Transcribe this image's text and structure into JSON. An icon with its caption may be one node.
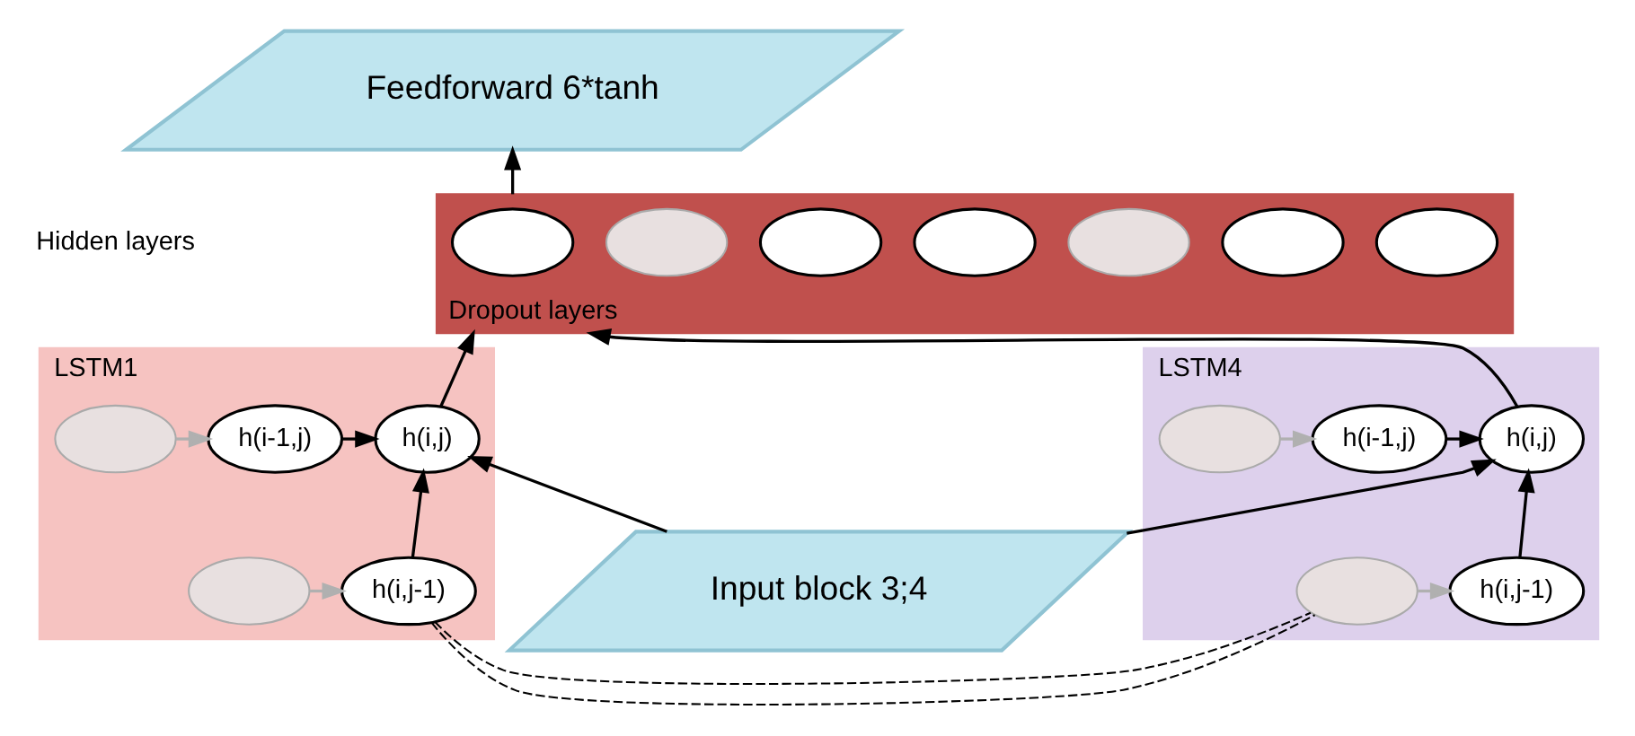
{
  "diagram": {
    "nodes": [
      {
        "text": [
          "Feedforward 6*tanh"
        ]
      },
      {
        "text": [
          "Dropout layers"
        ]
      },
      {
        "text": [],
        "shape": "circle",
        "in": 1
      },
      {
        "text": [],
        "shape": "circle",
        "in": 1
      },
      {
        "text": [],
        "shape": "circle",
        "in": 1
      },
      {
        "text": [],
        "shape": "circle",
        "in": 1
      },
      {
        "text": [],
        "shape": "circle",
        "in": 1
      },
      {
        "text": [],
        "shape": "circle",
        "in": 1
      },
      {
        "text": [],
        "shape": "circle",
        "in": 1
      },
      {
        "text": [
          "LSTM1"
        ]
      },
      {
        "text": [],
        "shape": "circle",
        "in": 9
      },
      {
        "text": [
          "h(i-1,j)"
        ],
        "in": 9
      },
      {
        "text": [
          "h(i,j)"
        ],
        "in": 9
      },
      {
        "text": [],
        "shape": "circle",
        "in": 9
      },
      {
        "text": [
          "h(i,j-1)"
        ],
        "in": 9
      },
      {
        "text": [
          "LSTM4"
        ]
      },
      {
        "text": [],
        "shape": "circle",
        "in": 15
      },
      {
        "text": [
          "h(i-1,j)"
        ],
        "in": 15
      },
      {
        "text": [
          "h(i,j)"
        ],
        "in": 15
      },
      {
        "text": [],
        "shape": "circle",
        "in": 15
      },
      {
        "text": [
          "h(i,j-1)"
        ],
        "in": 15
      },
      {
        "text": [
          "Input block 3;4"
        ]
      }
    ],
    "edges": [
      {
        "from": 10,
        "to": 11,
        "arrow": "to",
        "color": "#b0b0b0"
      },
      {
        "from": 11,
        "to": 12,
        "arrow": "to"
      },
      {
        "from": 14,
        "to": 12,
        "arrow": "to"
      },
      {
        "from": 13,
        "to": 14,
        "arrow": "to",
        "color": "#b0b0b0"
      },
      {
        "from": 12,
        "to": 1,
        "arrow": "to"
      },
      {
        "from": 16,
        "to": 17,
        "arrow": "to",
        "color": "#b0b0b0"
      },
      {
        "from": 17,
        "to": 18,
        "arrow": "to"
      },
      {
        "from": 20,
        "to": 18,
        "arrow": "to"
      },
      {
        "from": 19,
        "to": 20,
        "arrow": "to",
        "color": "#b0b0b0"
      },
      {
        "from": 18,
        "to": 1,
        "arrow": "to"
      },
      {
        "from": 1,
        "to": 0,
        "arrow": "to"
      },
      {
        "from": 21,
        "to": 12,
        "arrow": "to"
      },
      {
        "from": 21,
        "to": 18,
        "arrow": "to"
      },
      {
        "from": 9,
        "to": 15,
        "arrow": "none",
        "style": "dashed"
      }
    ],
    "labels": [
      "Hidden layers"
    ]
  }
}
